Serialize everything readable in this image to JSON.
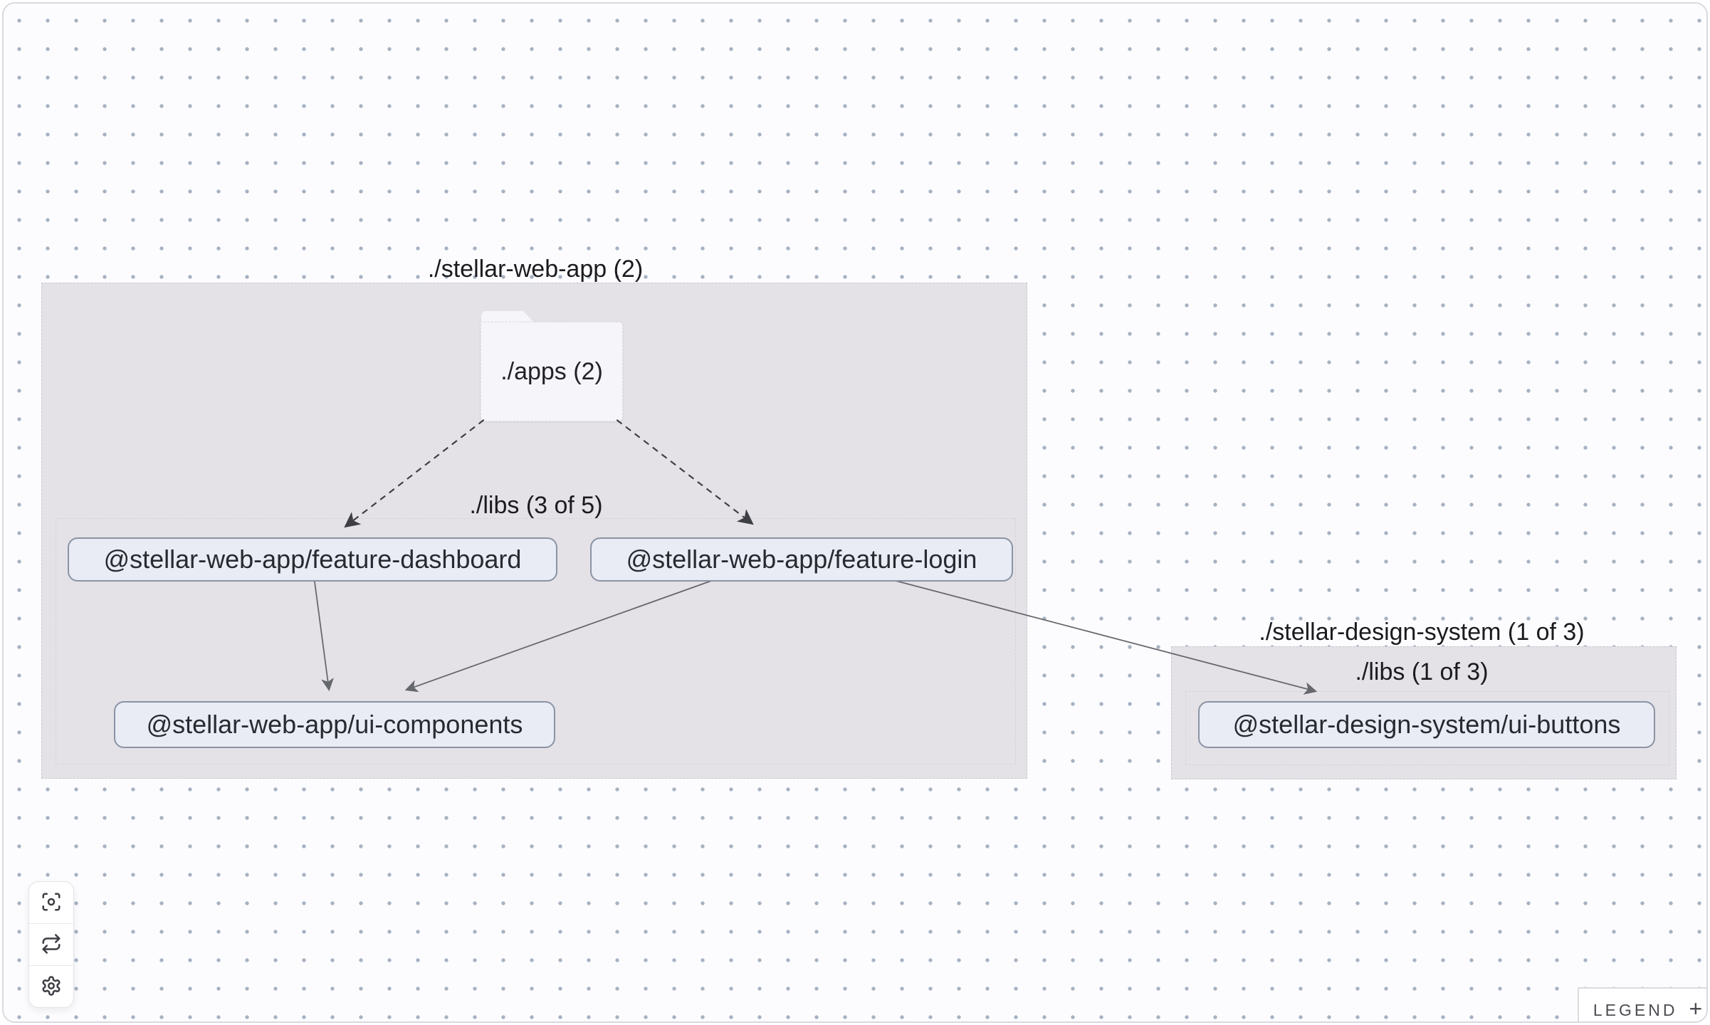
{
  "canvas": {
    "background": "#fcfcfe",
    "dot_color": "#a6b2c2",
    "group_fill": "#e4e2e7",
    "node_fill": "#e9ecf4",
    "node_border": "#8b93a4",
    "edge_solid_color": "#67676e",
    "edge_dashed_color": "#3e3e45"
  },
  "graph": {
    "groups": [
      {
        "id": "stellar-web-app",
        "label": "./stellar-web-app (2)"
      },
      {
        "id": "stellar-web-app-libs",
        "label": "./libs (3 of 5)",
        "parent": "stellar-web-app"
      },
      {
        "id": "stellar-design-system",
        "label": "./stellar-design-system (1 of 3)"
      },
      {
        "id": "stellar-design-system-libs",
        "label": "./libs (1 of 3)",
        "parent": "stellar-design-system"
      }
    ],
    "folder": {
      "id": "apps",
      "label": "./apps (2)"
    },
    "nodes": [
      {
        "id": "feature-dashboard",
        "label": "@stellar-web-app/feature-dashboard"
      },
      {
        "id": "feature-login",
        "label": "@stellar-web-app/feature-login"
      },
      {
        "id": "ui-components",
        "label": "@stellar-web-app/ui-components"
      },
      {
        "id": "ui-buttons",
        "label": "@stellar-design-system/ui-buttons"
      }
    ],
    "edges": [
      {
        "from": "./apps",
        "to": "@stellar-web-app/feature-dashboard",
        "style": "dashed"
      },
      {
        "from": "./apps",
        "to": "@stellar-web-app/feature-login",
        "style": "dashed"
      },
      {
        "from": "@stellar-web-app/feature-dashboard",
        "to": "@stellar-web-app/ui-components",
        "style": "solid"
      },
      {
        "from": "@stellar-web-app/feature-login",
        "to": "@stellar-web-app/ui-components",
        "style": "solid"
      },
      {
        "from": "@stellar-web-app/feature-login",
        "to": "@stellar-design-system/ui-buttons",
        "style": "solid"
      }
    ]
  },
  "toolbar": {
    "buttons": [
      {
        "name": "center-graph",
        "icon": "focus-icon"
      },
      {
        "name": "reset-layout",
        "icon": "repeat-icon"
      },
      {
        "name": "settings",
        "icon": "gear-icon"
      }
    ]
  },
  "legend": {
    "label": "LEGEND",
    "expand_icon": "+"
  }
}
